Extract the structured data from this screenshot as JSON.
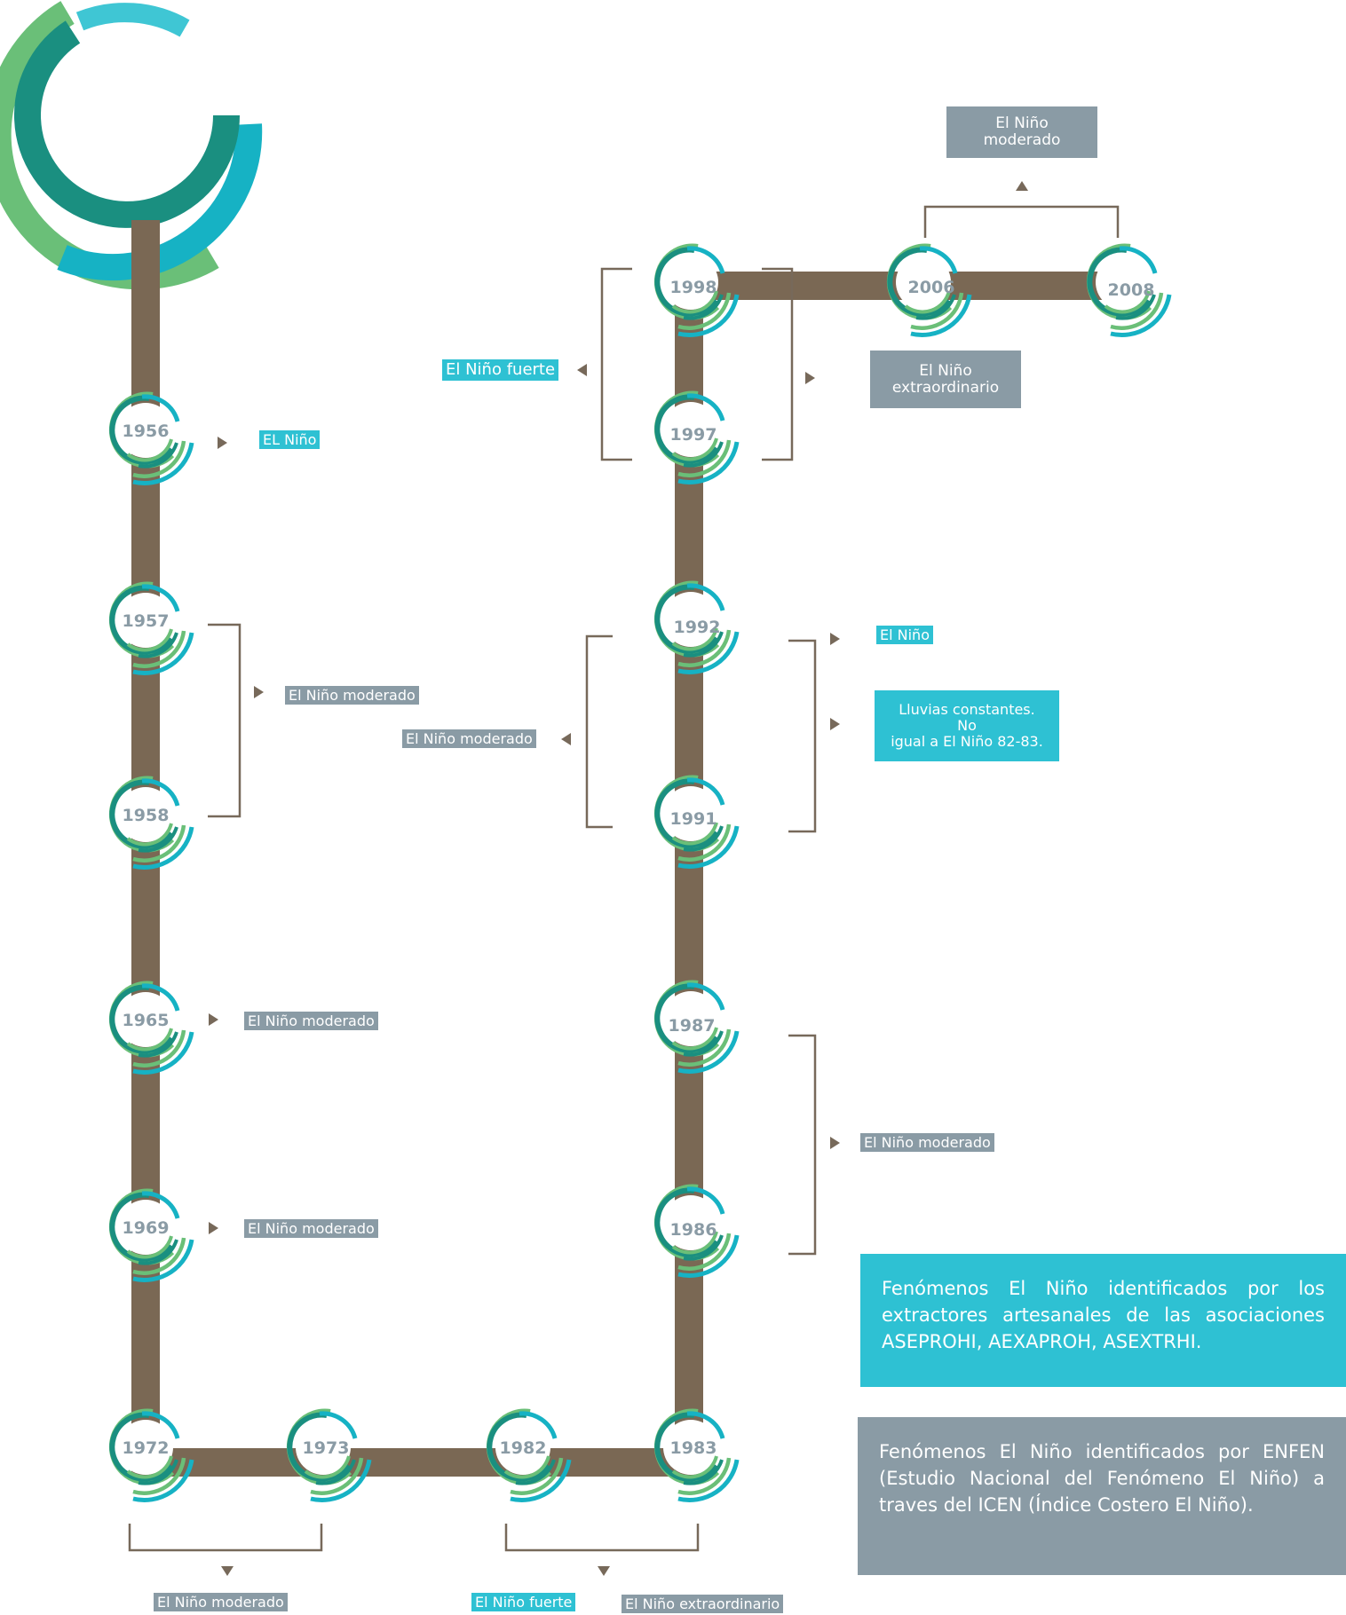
{
  "colors": {
    "timeline": "#7a6854",
    "bracket": "#77695a",
    "ring_green": "#6abf78",
    "ring_teal": "#1a8f80",
    "ring_cyan": "#16b2c4",
    "year_text": "#8a9ba5",
    "label_cyan": "#2ec1d3",
    "label_gray": "#8a9ba5"
  },
  "logo": {
    "icon": "concentric-arcs-logo"
  },
  "years": {
    "y1956": "1956",
    "y1957": "1957",
    "y1958": "1958",
    "y1965": "1965",
    "y1969": "1969",
    "y1972": "1972",
    "y1973": "1973",
    "y1982": "1982",
    "y1983": "1983",
    "y1986": "1986",
    "y1987": "1987",
    "y1991": "1991",
    "y1992": "1992",
    "y1997": "1997",
    "y1998": "1998",
    "y2006": "2006",
    "y2008": "2008"
  },
  "labels": {
    "l1956": "EL Niño",
    "l1957_58": "El Niño moderado",
    "l1965": "El Niño moderado",
    "l1969": "El Niño moderado",
    "l1972_73": "El Niño moderado",
    "l1982_83_fuerte": "El Niño fuerte",
    "l1982_83_extra": "El Niño extraordinario",
    "l1986_87": "El Niño moderado",
    "l1991_92_left": "El Niño moderado",
    "l1991_92_nino": "El Niño",
    "l1991_92_lluvias": "Lluvias constantes.\nNo\nigual a El Niño 82-83.",
    "l1997_98_fuerte": "El Niño fuerte",
    "l1997_98_extra": "El Niño\nextraordinario",
    "l2006_08": "El Niño\nmoderado"
  },
  "legend": {
    "artesanal": "Fenómenos El Niño identificados por los extractores artesanales de las asociaciones ASEPROHI, AEXAPROH, ASEXTRHI.",
    "enfen": "Fenómenos El Niño identificados por ENFEN (Estudio Nacional del Fenómeno El Niño) a traves del ICEN (Índice Costero El Niño)."
  }
}
